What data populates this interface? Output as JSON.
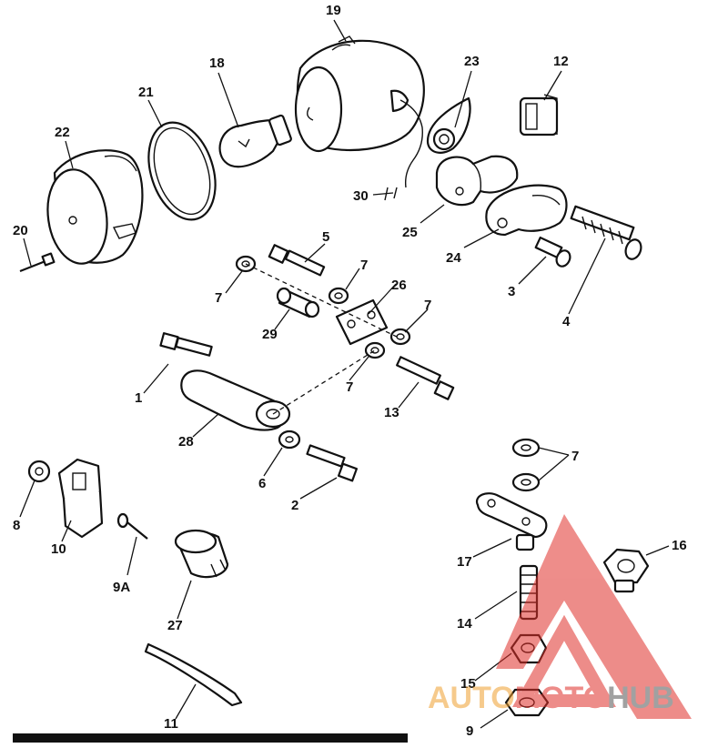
{
  "parts": [
    {
      "id": "p19",
      "label": "19"
    },
    {
      "id": "p18",
      "label": "18"
    },
    {
      "id": "p21",
      "label": "21"
    },
    {
      "id": "p22",
      "label": "22"
    },
    {
      "id": "p23",
      "label": "23"
    },
    {
      "id": "p12",
      "label": "12"
    },
    {
      "id": "p30",
      "label": "30"
    },
    {
      "id": "p25",
      "label": "25"
    },
    {
      "id": "p24",
      "label": "24"
    },
    {
      "id": "p20",
      "label": "20"
    },
    {
      "id": "p5",
      "label": "5"
    },
    {
      "id": "p7a",
      "label": "7"
    },
    {
      "id": "p7b",
      "label": "7"
    },
    {
      "id": "p26",
      "label": "26"
    },
    {
      "id": "p3",
      "label": "3"
    },
    {
      "id": "p4",
      "label": "4"
    },
    {
      "id": "p29",
      "label": "29"
    },
    {
      "id": "p7c",
      "label": "7"
    },
    {
      "id": "p7d",
      "label": "7"
    },
    {
      "id": "p1",
      "label": "1"
    },
    {
      "id": "p13",
      "label": "13"
    },
    {
      "id": "p28",
      "label": "28"
    },
    {
      "id": "p6",
      "label": "6"
    },
    {
      "id": "p2",
      "label": "2"
    },
    {
      "id": "p7e",
      "label": "7"
    },
    {
      "id": "p8",
      "label": "8"
    },
    {
      "id": "p10",
      "label": "10"
    },
    {
      "id": "p17",
      "label": "17"
    },
    {
      "id": "p16",
      "label": "16"
    },
    {
      "id": "p9A",
      "label": "9A"
    },
    {
      "id": "p27",
      "label": "27"
    },
    {
      "id": "p14",
      "label": "14"
    },
    {
      "id": "p15",
      "label": "15"
    },
    {
      "id": "p11",
      "label": "11"
    },
    {
      "id": "p9",
      "label": "9"
    }
  ],
  "watermark": {
    "part1": "AUTO",
    "part2": "MOTO",
    "part3": "HUB",
    "color_light": "#f0a030",
    "color_red": "#e0302a",
    "color_dark": "#555555"
  }
}
